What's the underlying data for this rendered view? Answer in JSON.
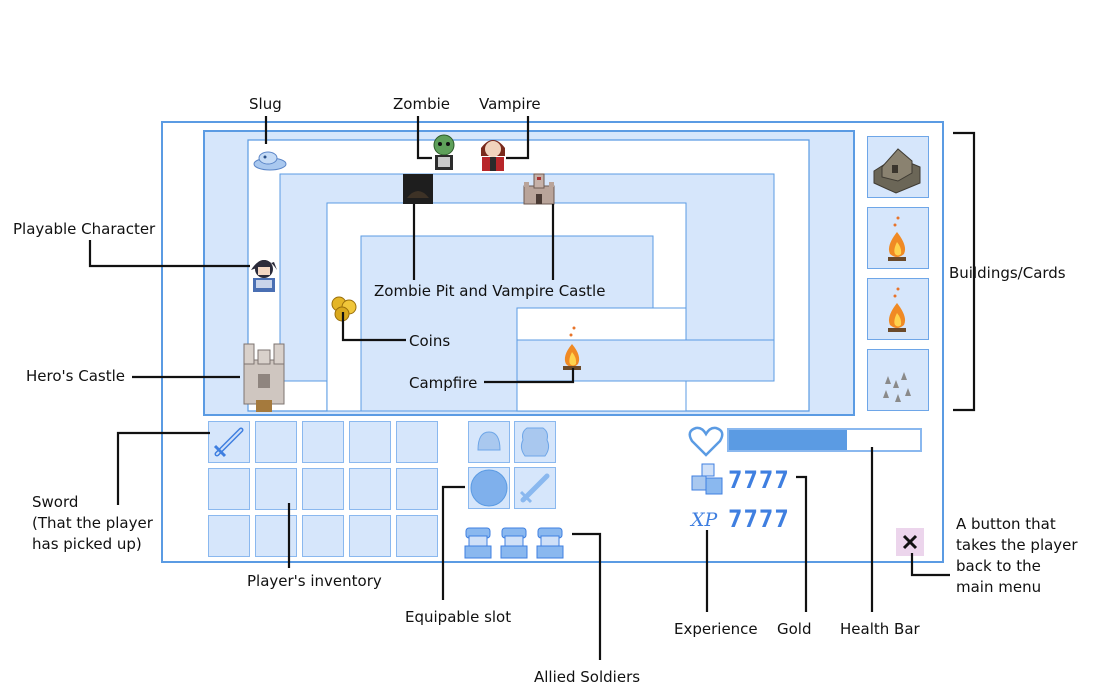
{
  "labels": {
    "slug": "Slug",
    "zombie": "Zombie",
    "vampire": "Vampire",
    "playable_character": "Playable Character",
    "zombie_pit_vampire_castle": "Zombie Pit and Vampire Castle",
    "coins": "Coins",
    "heros_castle": "Hero's Castle",
    "campfire": "Campfire",
    "buildings_cards": "Buildings/Cards",
    "sword_line1": "Sword",
    "sword_line2": "(That the player",
    "sword_line3": "has picked up)",
    "players_inventory": "Player's inventory",
    "equipable_slot": "Equipable slot",
    "allied_soldiers": "Allied Soldiers",
    "experience": "Experience",
    "gold": "Gold",
    "health_bar": "Health Bar",
    "menu_btn_line1": "A button that",
    "menu_btn_line2": "takes the player",
    "menu_btn_line3": "back to the",
    "menu_btn_line4": "main menu"
  },
  "stats": {
    "gold": "7777",
    "xp_glyph": "XP",
    "xp": "7777",
    "health_fraction": 0.62
  },
  "cards": [
    {
      "icon": "ruined-building-icon"
    },
    {
      "icon": "campfire-card-icon"
    },
    {
      "icon": "campfire-card-icon"
    },
    {
      "icon": "spikes-card-icon"
    }
  ],
  "colors": {
    "accent": "#5b9be3",
    "panel": "#d6e6fb",
    "number_blue": "#3f7fe0",
    "health_fill": "#5b9be3"
  }
}
